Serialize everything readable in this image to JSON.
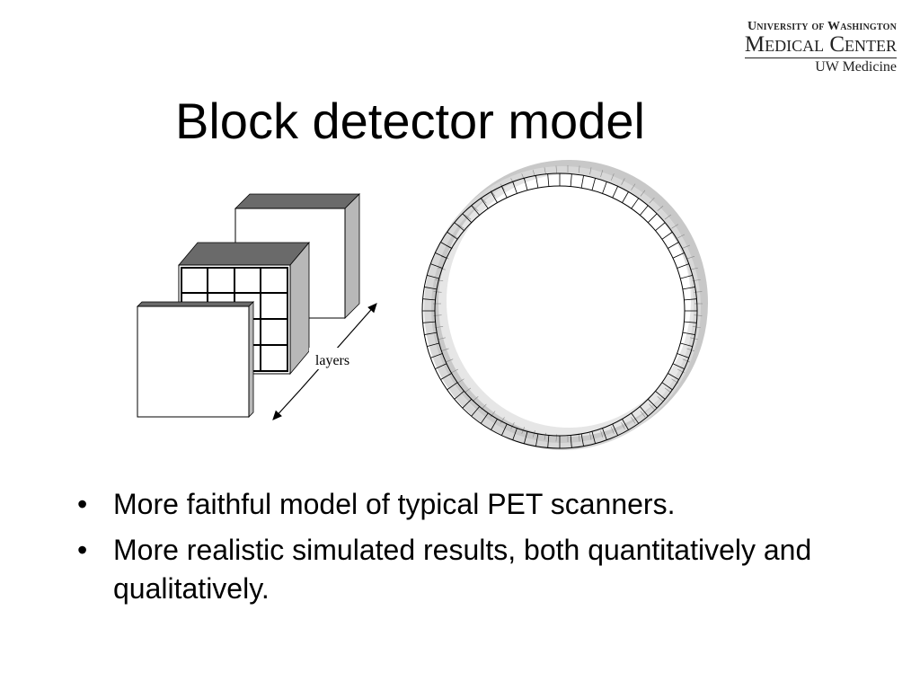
{
  "logo": {
    "line1": "University of Washington",
    "line2": "Medical Center",
    "line3": "UW Medicine"
  },
  "title": "Block detector model",
  "figure": {
    "layers_label": "layers",
    "ring_segments": 72
  },
  "bullets": [
    "More faithful model of typical PET scanners.",
    "More realistic simulated results, both quantitatively and qualitatively."
  ]
}
